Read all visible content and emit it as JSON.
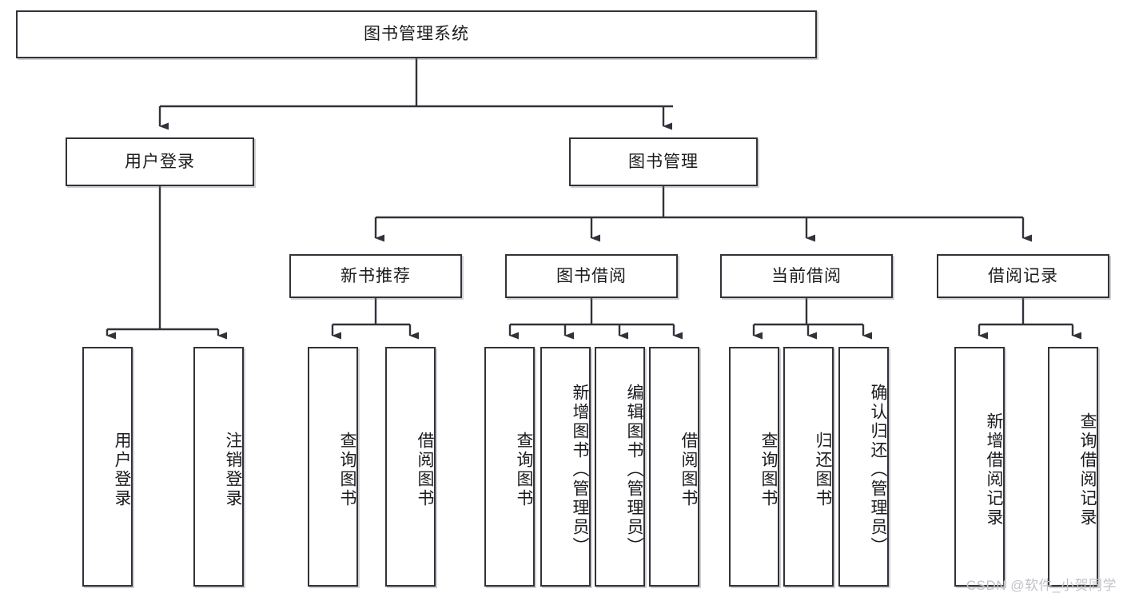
{
  "diagram": {
    "title": "图书管理系统",
    "type": "tree-hierarchy-chart",
    "root": {
      "label": "图书管理系统"
    },
    "level2": [
      {
        "label": "用户登录"
      },
      {
        "label": "图书管理"
      }
    ],
    "level3": [
      {
        "label": "新书推荐"
      },
      {
        "label": "图书借阅"
      },
      {
        "label": "当前借阅"
      },
      {
        "label": "借阅记录"
      }
    ],
    "leaves": {
      "user_login": [
        {
          "label": "用户登录"
        },
        {
          "label": "注销登录"
        }
      ],
      "new_book_recommend": [
        {
          "label": "查询图书"
        },
        {
          "label": "借阅图书"
        }
      ],
      "book_borrow": [
        {
          "label": "查询图书"
        },
        {
          "label": "新增图书（管理员）"
        },
        {
          "label": "编辑图书（管理员）"
        },
        {
          "label": "借阅图书"
        }
      ],
      "current_borrow": [
        {
          "label": "查询图书"
        },
        {
          "label": "归还图书"
        },
        {
          "label": "确认归还（管理员）"
        }
      ],
      "borrow_record": [
        {
          "label": "新增借阅记录"
        },
        {
          "label": "查询借阅记录"
        }
      ]
    }
  },
  "watermark": {
    "text": "CSDN @软件_小贺同学"
  },
  "colors": {
    "border": "#32323a",
    "text": "#1b1b1f",
    "background": "#ffffff",
    "shadow": "#787880",
    "watermark": "#c2c2c8"
  }
}
